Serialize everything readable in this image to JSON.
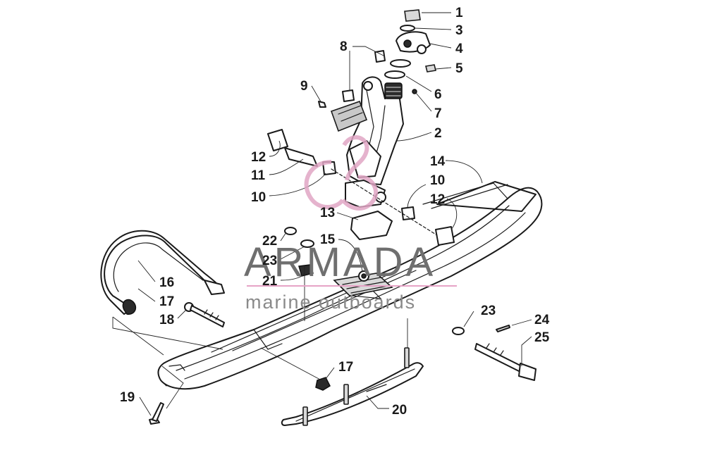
{
  "callouts": [
    {
      "id": "c1",
      "label": "1"
    },
    {
      "id": "c3",
      "label": "3"
    },
    {
      "id": "c4",
      "label": "4"
    },
    {
      "id": "c5",
      "label": "5"
    },
    {
      "id": "c6",
      "label": "6"
    },
    {
      "id": "c7",
      "label": "7"
    },
    {
      "id": "c8",
      "label": "8"
    },
    {
      "id": "c9",
      "label": "9"
    },
    {
      "id": "c2",
      "label": "2"
    },
    {
      "id": "c14",
      "label": "14"
    },
    {
      "id": "c12a",
      "label": "12"
    },
    {
      "id": "c11",
      "label": "11"
    },
    {
      "id": "c10a",
      "label": "10"
    },
    {
      "id": "c10b",
      "label": "10"
    },
    {
      "id": "c12b",
      "label": "12"
    },
    {
      "id": "c13",
      "label": "13"
    },
    {
      "id": "c22",
      "label": "22"
    },
    {
      "id": "c15",
      "label": "15"
    },
    {
      "id": "c23a",
      "label": "23"
    },
    {
      "id": "c21",
      "label": "21"
    },
    {
      "id": "c16",
      "label": "16"
    },
    {
      "id": "c17a",
      "label": "17"
    },
    {
      "id": "c18",
      "label": "18"
    },
    {
      "id": "c23b",
      "label": "23"
    },
    {
      "id": "c24",
      "label": "24"
    },
    {
      "id": "c25",
      "label": "25"
    },
    {
      "id": "c17b",
      "label": "17"
    },
    {
      "id": "c19",
      "label": "19"
    },
    {
      "id": "c20",
      "label": "20"
    }
  ],
  "watermark": {
    "brand": "ARMADA",
    "tagline": "marine outboards",
    "logo_color": "#e0a6c4"
  }
}
